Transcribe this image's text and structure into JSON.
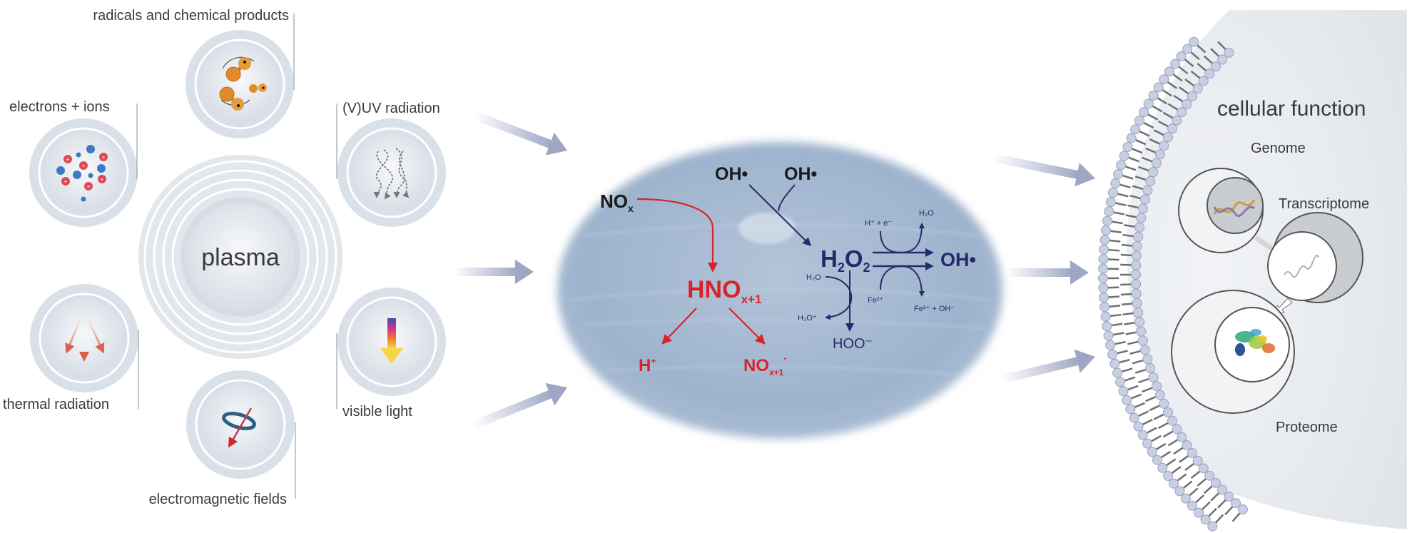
{
  "plasma": {
    "center_label": "plasma",
    "sources": {
      "radicals": "radicals and chemical products",
      "electrons": "electrons + ions",
      "uv": "(V)UV radiation",
      "thermal": "thermal radiation",
      "visible": "visible light",
      "em": "electromagnetic fields"
    }
  },
  "liquid": {
    "nox": {
      "main": "NO",
      "sub": "x"
    },
    "oh1": "OH•",
    "oh2": "OH•",
    "hno": {
      "main": "HNO",
      "sub": "x+1"
    },
    "hplus": {
      "main": "H",
      "sup": "+"
    },
    "nox1": {
      "main": "NO",
      "sub": "x+1",
      "sup": "-"
    },
    "h2o2": {
      "h": "H",
      "s1": "2",
      "o": "O",
      "s2": "2"
    },
    "oh_product": "OH•",
    "h_e": "H⁺ + e⁻",
    "h2o_top": "H₂O",
    "fe2": "Fe²⁺",
    "fe3_oh": "Fe³⁺ + OH⁻",
    "h2o_left": "H₂O",
    "h3o": "H₃O⁺",
    "hoo": "HOO⁻"
  },
  "cell": {
    "title": "cellular function",
    "genome": "Genome",
    "transcriptome": "Transcriptome",
    "proteome": "Proteome"
  },
  "colors": {
    "red": "#d9232a",
    "navy": "#262a6b",
    "ring": "#d8e0e8",
    "arrow": "#9ea6c4"
  }
}
